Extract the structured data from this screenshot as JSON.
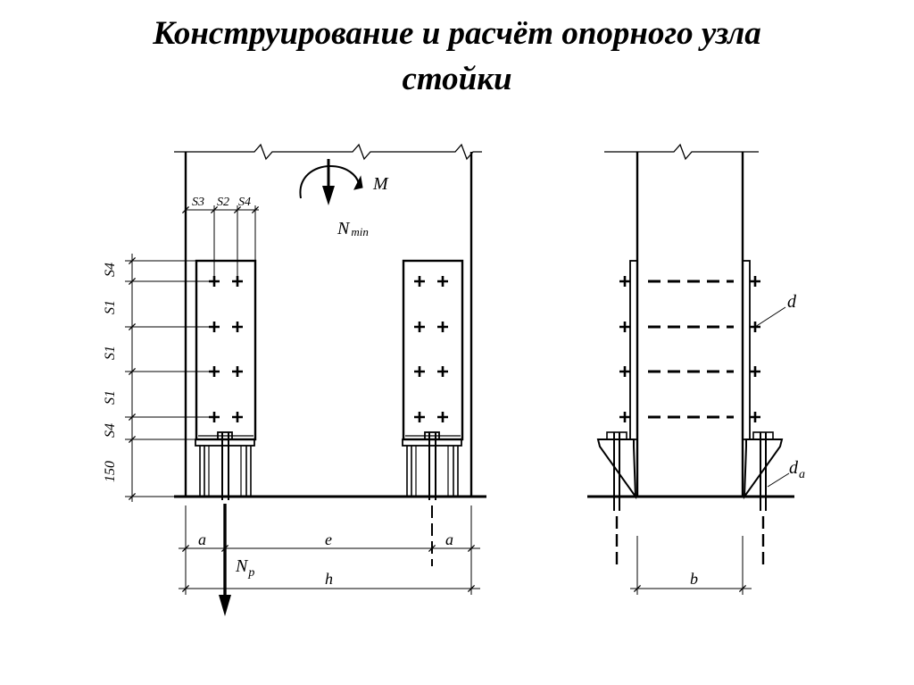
{
  "slide": {
    "title_line1": "Конструирование и расчёт опорного узла",
    "title_line2": "стойки"
  },
  "labels": {
    "moment": "M",
    "n_min_main": "N",
    "n_min_sub": "min",
    "s3": "S3",
    "s2": "S2",
    "s4_top": "S4",
    "left_dims": [
      "S4",
      "S1",
      "S1",
      "S1",
      "S4",
      "150"
    ],
    "a_left": "a",
    "e": "e",
    "a_right": "a",
    "np_main": "N",
    "np_sub": "p",
    "h": "h",
    "d": "d",
    "da_main": "d",
    "da_sub": "a",
    "b": "b"
  }
}
